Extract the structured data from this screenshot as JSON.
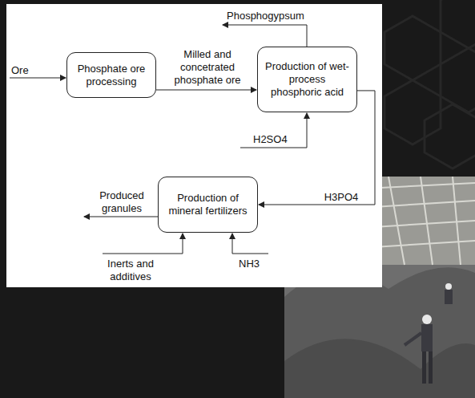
{
  "diagram": {
    "nodes": [
      {
        "text": [
          "Phosphate ore processing"
        ]
      },
      {
        "text": [
          "Production of wet-process phosphoric acid"
        ]
      },
      {
        "text": [
          "Production of mineral fertilizers"
        ]
      }
    ],
    "edges": [
      {
        "from": 0,
        "to": 1,
        "arrow": "to",
        "label": "Milled and concetrated phosphate ore"
      },
      {
        "from": 1,
        "to": 2,
        "arrow": "to",
        "label": "H3PO4"
      }
    ],
    "labels": [
      "Ore",
      "Phosphogypsum",
      "H2SO4",
      "Produced granules",
      "Inerts and additives",
      "NH3"
    ]
  }
}
